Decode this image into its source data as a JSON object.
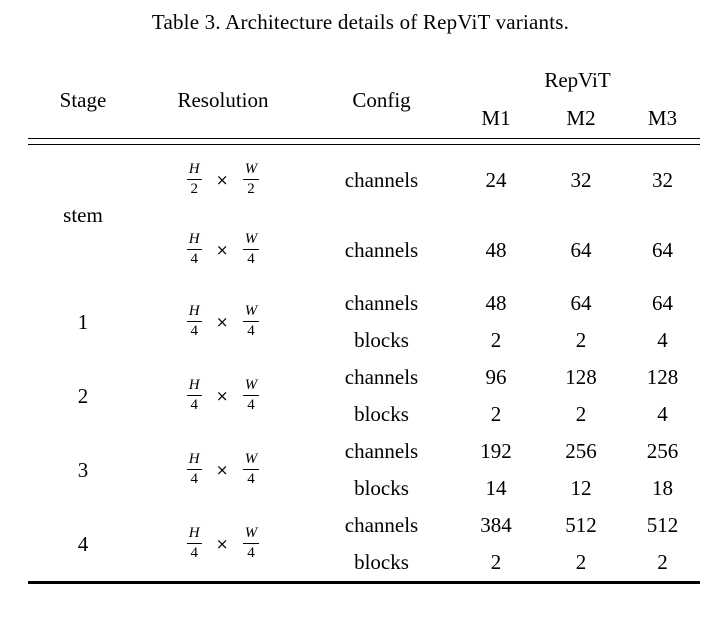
{
  "caption": "Table 3. Architecture details of RepViT variants.",
  "table": {
    "headers": {
      "stage": "Stage",
      "resolution": "Resolution",
      "config": "Config",
      "group": "RepViT",
      "models": [
        "M1",
        "M2",
        "M3"
      ]
    },
    "config_labels": {
      "channels": "channels",
      "blocks": "blocks"
    },
    "resolutions": {
      "h2w2": {
        "num1": "H",
        "den1": "2",
        "op": "×",
        "num2": "W",
        "den2": "2"
      },
      "h4w4": {
        "num1": "H",
        "den1": "4",
        "op": "×",
        "num2": "W",
        "den2": "4"
      }
    },
    "sections": [
      {
        "stage": "stem",
        "rows": [
          {
            "resolution_key": "h2w2",
            "config": "channels",
            "values": [
              "24",
              "32",
              "32"
            ]
          },
          {
            "resolution_key": "h4w4",
            "config": "channels",
            "values": [
              "48",
              "64",
              "64"
            ]
          }
        ]
      },
      {
        "stage": "1",
        "resolution_key": "h4w4",
        "rows": [
          {
            "config": "channels",
            "values": [
              "48",
              "64",
              "64"
            ]
          },
          {
            "config": "blocks",
            "values": [
              "2",
              "2",
              "4"
            ]
          }
        ]
      },
      {
        "stage": "2",
        "resolution_key": "h4w4",
        "rows": [
          {
            "config": "channels",
            "values": [
              "96",
              "128",
              "128"
            ]
          },
          {
            "config": "blocks",
            "values": [
              "2",
              "2",
              "4"
            ]
          }
        ]
      },
      {
        "stage": "3",
        "resolution_key": "h4w4",
        "rows": [
          {
            "config": "channels",
            "values": [
              "192",
              "256",
              "256"
            ]
          },
          {
            "config": "blocks",
            "values": [
              "14",
              "12",
              "18"
            ]
          }
        ]
      },
      {
        "stage": "4",
        "resolution_key": "h4w4",
        "rows": [
          {
            "config": "channels",
            "values": [
              "384",
              "512",
              "512"
            ]
          },
          {
            "config": "blocks",
            "values": [
              "2",
              "2",
              "2"
            ]
          }
        ]
      }
    ]
  }
}
